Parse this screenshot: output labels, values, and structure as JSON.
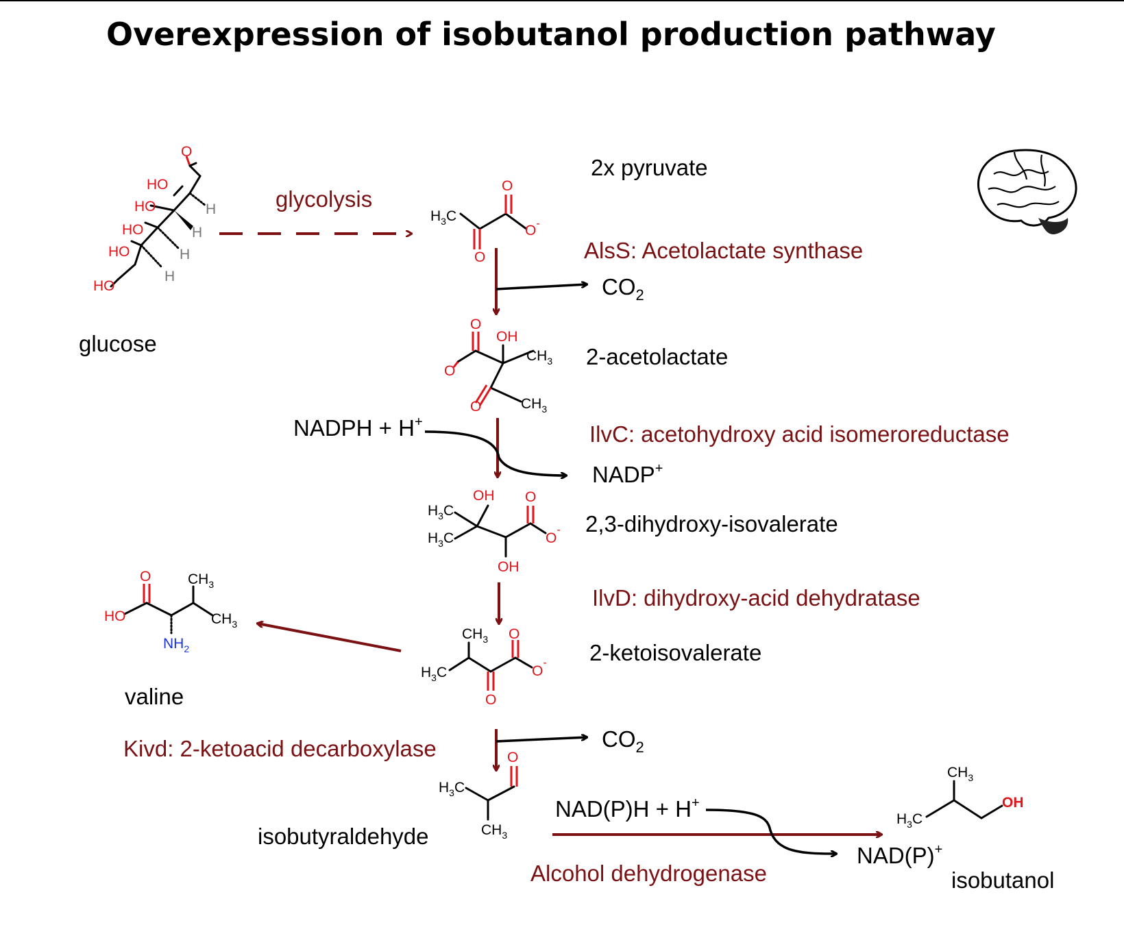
{
  "title": "Overexpression of isobutanol production pathway",
  "labels": {
    "glucose": "glucose",
    "glycolysis": "glycolysis",
    "pyruvate": "2x pyruvate",
    "acetolactate": "2-acetolactate",
    "dihydroxy_isovalerate": "2,3-dihydroxy-isovalerate",
    "ketoisovalerate": "2-ketoisovalerate",
    "valine": "valine",
    "isobutyraldehyde": "isobutyraldehyde",
    "isobutanol": "isobutanol"
  },
  "enzymes": {
    "alss": "AlsS: Acetolactate synthase",
    "ilvc": "IlvC: acetohydroxy acid isomeroreductase",
    "ilvd": "IlvD: dihydroxy-acid dehydratase",
    "kivd": "Kivd: 2-ketoacid decarboxylase",
    "adh": "Alcohol dehydrogenase"
  },
  "cofactors": {
    "co2": "CO",
    "co2_sub": "2",
    "nadph": "NADPH + H",
    "nadph_sup": "+",
    "nadp": "NADP",
    "nadp_sup": "+",
    "nadph2": "NAD(P)H + H",
    "nadph2_sup": "+",
    "nadp2": "NAD(P)",
    "nadp2_sup": "+"
  },
  "atoms": {
    "O": "O",
    "O_minus": "-",
    "HO": "HO",
    "OH": "OH",
    "H": "H",
    "H3C": "H",
    "C": "C",
    "CH3": "CH",
    "sub3": "3",
    "sub2": "2",
    "NH2": "NH"
  },
  "colors": {
    "enzyme": "#7b1113",
    "heteroatom_O": "#e0141b",
    "heteroatom_N": "#1833d6"
  },
  "icons": [
    "brain-icon"
  ]
}
